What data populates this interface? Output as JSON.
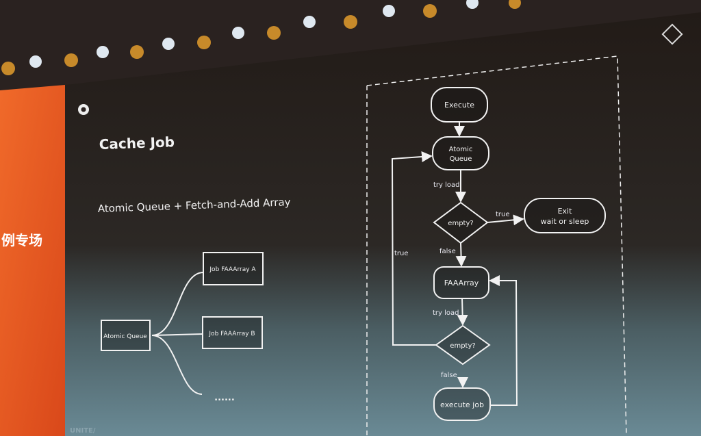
{
  "venue": {
    "side_banner_text": "例专场"
  },
  "slide": {
    "title": "Cache Job",
    "subtitle": "Atomic Queue + Fetch-and-Add Array",
    "footer_brand": "UNITE/",
    "left_diagram": {
      "source": "Atomic Queue",
      "targets": [
        "Job FAAArray A",
        "Job FAAArray B"
      ],
      "more": "......"
    },
    "flowchart": {
      "execute": "Execute",
      "atomic_queue_line1": "Atomic",
      "atomic_queue_line2": "Queue",
      "try_load_1": "try load",
      "empty_1": "empty?",
      "true_1": "true",
      "exit_line1": "Exit",
      "exit_line2": "wait or sleep",
      "false_1": "false",
      "faaarray": "FAAArray",
      "try_load_2": "try load",
      "empty_2": "empty?",
      "true_2": "true",
      "false_2": "false",
      "execute_job": "execute job"
    }
  }
}
